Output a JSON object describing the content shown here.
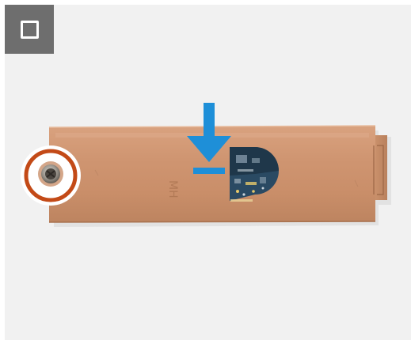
{
  "step_indicator": {
    "icon": "stop-square-icon",
    "background": "#6e6e6e"
  },
  "photo": {
    "background": "#f1f1f1",
    "subject": "copper-thermal-plate",
    "plate_marking": "MH"
  },
  "callouts": {
    "arrow": {
      "icon": "down-arrow-icon",
      "direction": "down",
      "color": "#1e8fd8"
    },
    "screw_highlight": {
      "icon": "screw-circle-highlight",
      "color": "#c34a17"
    }
  }
}
